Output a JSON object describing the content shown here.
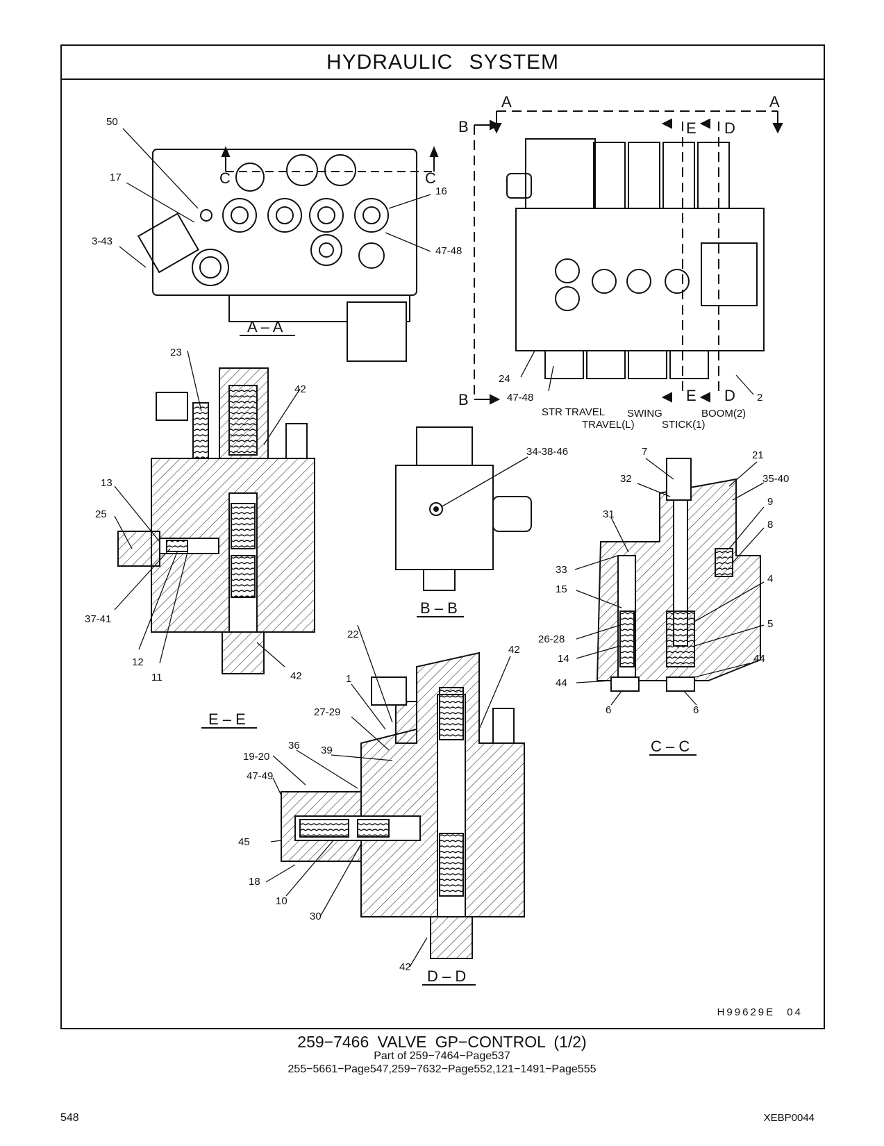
{
  "header": {
    "title": "HYDRAULIC   SYSTEM"
  },
  "views": {
    "aa": {
      "label": "A – A",
      "cut_c": "C"
    },
    "top_right": {
      "cut_a": "A",
      "cut_b": "B",
      "cut_d": "D",
      "cut_e": "E"
    },
    "bb": {
      "label": "B – B"
    },
    "cc": {
      "label": "C – C"
    },
    "dd": {
      "label": "D – D"
    },
    "ee": {
      "label": "E – E"
    }
  },
  "sections_labels": {
    "str_travel": "STR TRAVEL",
    "travel_l": "TRAVEL(L)",
    "swing": "SWING",
    "stick_1": "STICK(1)",
    "boom_2": "BOOM(2)"
  },
  "callouts": {
    "aa": [
      "50",
      "17",
      "3-43",
      "16",
      "47-48"
    ],
    "top_right": [
      "24",
      "47-48",
      "2"
    ],
    "ee": [
      "23",
      "42",
      "13",
      "25",
      "37-41",
      "12",
      "11",
      "42"
    ],
    "bb": [
      "34-38-46"
    ],
    "cc": [
      "7",
      "21",
      "32",
      "35-40",
      "31",
      "9",
      "8",
      "33",
      "4",
      "15",
      "5",
      "26-28",
      "14",
      "44",
      "44",
      "6",
      "6"
    ],
    "dd": [
      "22",
      "42",
      "1",
      "27-29",
      "36",
      "39",
      "19-20",
      "47-49",
      "45",
      "18",
      "10",
      "30",
      "42"
    ]
  },
  "illustration_ref": "H99629E   04",
  "caption": {
    "line1": "259−7466  VALVE  GP−CONTROL (1/2)",
    "line2": "Part of 259−7464−Page537",
    "line3": "255−5661−Page547,259−7632−Page552,121−1491−Page555"
  },
  "footer": {
    "page_number": "548",
    "doc_code": "XEBP0044"
  }
}
